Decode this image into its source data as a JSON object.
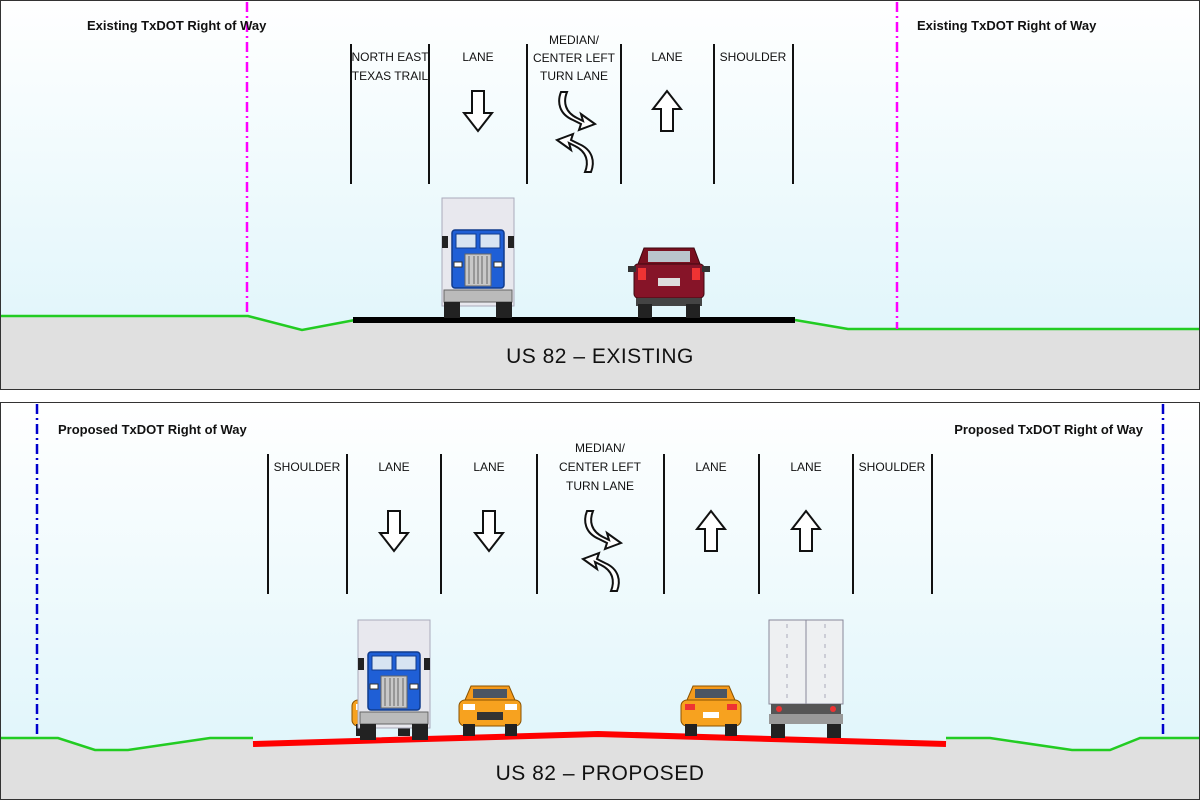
{
  "existing": {
    "title": "US 82 – EXISTING",
    "row_label_left": "Existing TxDOT Right of Way",
    "row_label_right": "Existing TxDOT Right of Way",
    "columns": [
      {
        "lines": [
          "NORTH EAST",
          "TEXAS TRAIL"
        ],
        "symbol": "none"
      },
      {
        "lines": [
          "LANE"
        ],
        "symbol": "arrow-down"
      },
      {
        "lines": [
          "MEDIAN/",
          "CENTER LEFT",
          "TURN LANE"
        ],
        "symbol": "turn-arrows"
      },
      {
        "lines": [
          "LANE"
        ],
        "symbol": "arrow-up"
      },
      {
        "lines": [
          "SHOULDER"
        ],
        "symbol": "none"
      }
    ],
    "vehicles": [
      "semi-truck-front",
      "pickup-truck-rear"
    ],
    "row_line_color": "#ff00ff",
    "pavement_color": "#000000"
  },
  "proposed": {
    "title": "US 82 – PROPOSED",
    "row_label_left": "Proposed TxDOT Right of Way",
    "row_label_right": "Proposed TxDOT Right of Way",
    "columns": [
      {
        "lines": [
          "SHOULDER"
        ],
        "symbol": "none"
      },
      {
        "lines": [
          "LANE"
        ],
        "symbol": "arrow-down"
      },
      {
        "lines": [
          "LANE"
        ],
        "symbol": "arrow-down"
      },
      {
        "lines": [
          "MEDIAN/",
          "CENTER LEFT",
          "TURN LANE"
        ],
        "symbol": "turn-arrows"
      },
      {
        "lines": [
          "LANE"
        ],
        "symbol": "arrow-up"
      },
      {
        "lines": [
          "LANE"
        ],
        "symbol": "arrow-up"
      },
      {
        "lines": [
          "SHOULDER"
        ],
        "symbol": "none"
      }
    ],
    "vehicles": [
      "semi-truck-front",
      "car-front",
      "car-front",
      "car-rear",
      "trailer-rear"
    ],
    "row_line_color": "#0000cc",
    "pavement_color": "#ff0000"
  },
  "colors": {
    "sky_top": "#ffffff",
    "sky_bottom": "#dff6fb",
    "ground": "#e0e0e0",
    "grass": "#22cc22"
  }
}
